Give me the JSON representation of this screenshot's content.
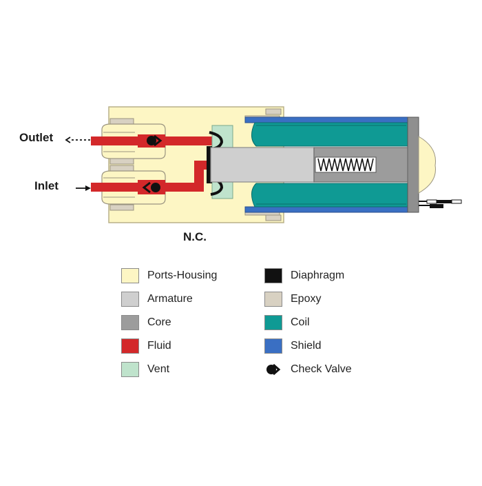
{
  "labels": {
    "outlet": "Outlet",
    "inlet": "Inlet",
    "mode": "N.C."
  },
  "legend": [
    {
      "label": "Ports-Housing",
      "color": "#fdf6c4",
      "name": "ports-housing"
    },
    {
      "label": "Armature",
      "color": "#cfcfcf",
      "name": "armature"
    },
    {
      "label": "Core",
      "color": "#9c9c9c",
      "name": "core"
    },
    {
      "label": "Fluid",
      "color": "#d3282a",
      "name": "fluid"
    },
    {
      "label": "Vent",
      "color": "#bfe3cc",
      "name": "vent"
    },
    {
      "label": "Diaphragm",
      "color": "#111111",
      "name": "diaphragm"
    },
    {
      "label": "Epoxy",
      "color": "#d8d1c2",
      "name": "epoxy"
    },
    {
      "label": "Coil",
      "color": "#0f9a94",
      "name": "coil"
    },
    {
      "label": "Shield",
      "color": "#3a6fc3",
      "name": "shield"
    },
    {
      "label": "Check Valve",
      "color": "#111111",
      "icon": "check-valve-icon",
      "name": "check-valve"
    }
  ]
}
